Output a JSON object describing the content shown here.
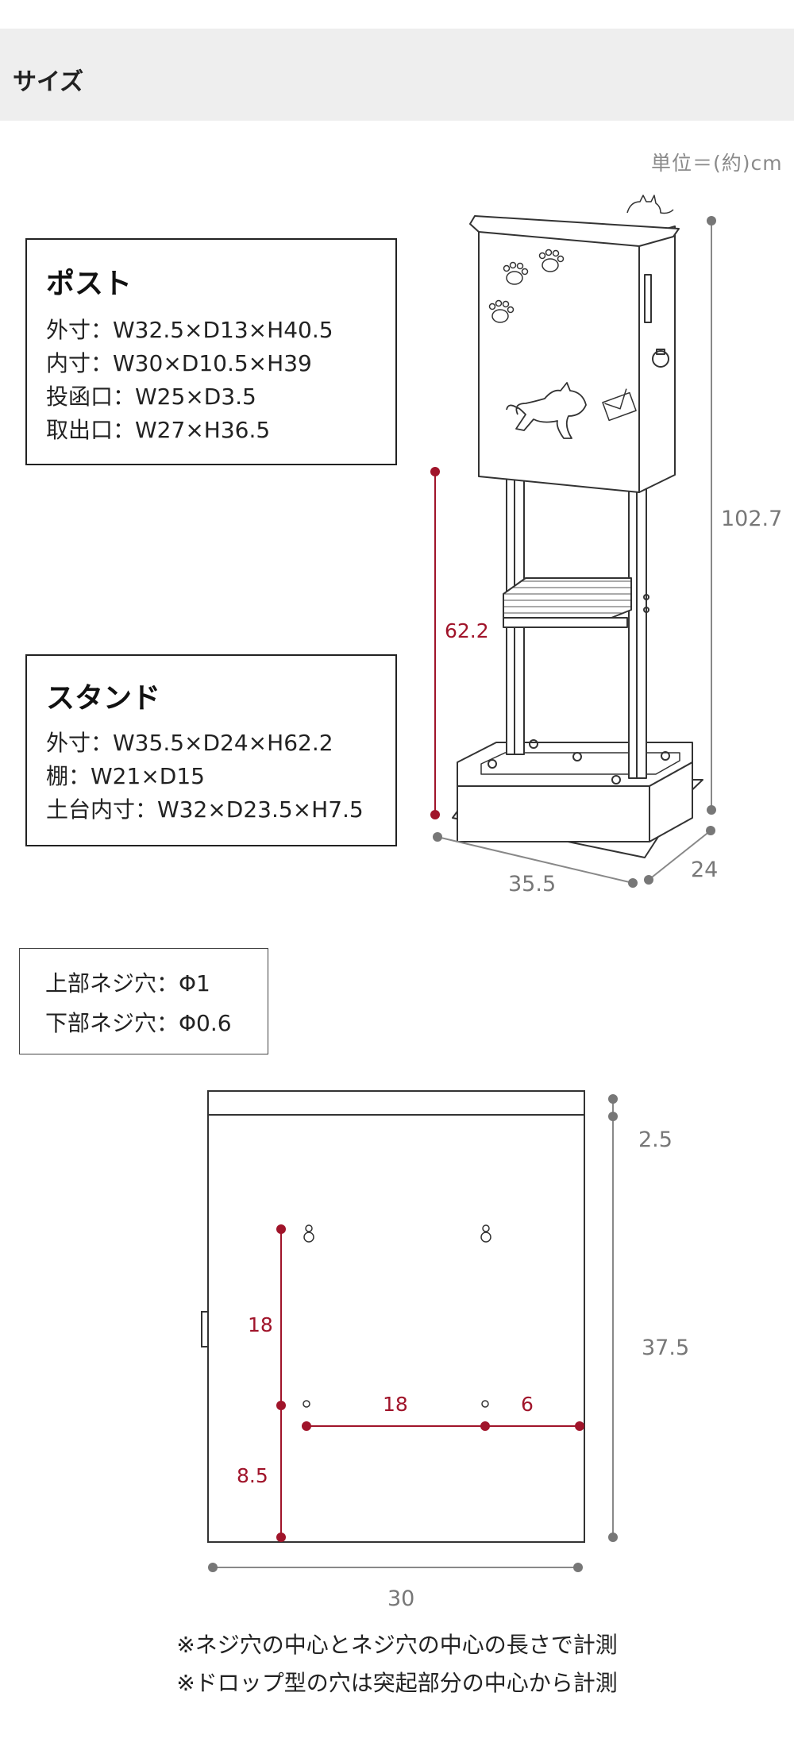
{
  "header": {
    "title": "サイズ"
  },
  "unit_label": "単位＝(約)cm",
  "post_spec": {
    "title": "ポスト",
    "lines": [
      "外寸：W32.5×D13×H40.5",
      "内寸：W30×D10.5×H39",
      "投函口：W25×D3.5",
      "取出口：W27×H36.5"
    ]
  },
  "stand_spec": {
    "title": "スタンド",
    "lines": [
      "外寸：W35.5×D24×H62.2",
      "棚：W21×D15",
      "土台内寸：W32×D23.5×H7.5"
    ]
  },
  "hole_spec": {
    "lines": [
      "上部ネジ穴：Φ1",
      "下部ネジ穴：Φ0.6"
    ]
  },
  "product_dimensions": {
    "total_height": "102.7",
    "stand_height": "62.2",
    "width": "35.5",
    "depth": "24"
  },
  "back_dimensions": {
    "lid": "2.5",
    "body_height": "37.5",
    "width": "30",
    "upper_to_lower": "18",
    "lower_to_bottom": "8.5",
    "lower_hole_pitch": "18",
    "hole_to_edge": "6"
  },
  "notes": [
    "※ネジ穴の中心とネジ穴の中心の長さで計測",
    "※ドロップ型の穴は突起部分の中心から計測"
  ],
  "colors": {
    "accent_red": "#a0142a",
    "dim_gray": "#777777",
    "line": "#222222",
    "header_bg": "#eeeeee"
  }
}
